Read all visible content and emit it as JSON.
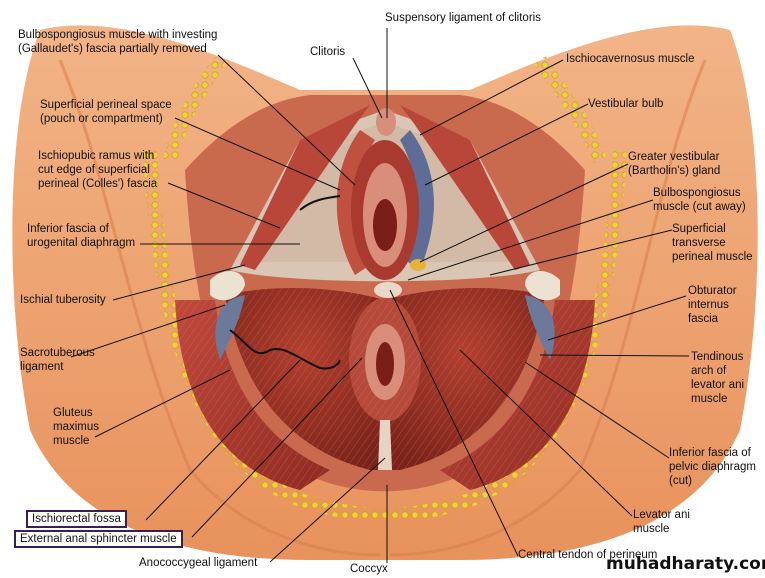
{
  "labels": {
    "suspensory_ligament": "Suspensory ligament of clitoris",
    "bulbospongiosus_investing": "Bulbospongiosus muscle with investing\n(Gallaudet's) fascia partially removed",
    "clitoris": "Clitoris",
    "ischiocavernosus": "Ischiocavernosus muscle",
    "superficial_perineal_space": "Superficial perineal space\n(pouch or compartment)",
    "vestibular_bulb": "Vestibular bulb",
    "ischiopubic_ramus": "Ischiopubic ramus with\ncut edge of superficial\nperineal (Colles') fascia",
    "greater_vestibular_gland": "Greater vestibular\n(Bartholin's) gland",
    "bulbospongiosus_cut": "Bulbospongiosus\nmuscle (cut away)",
    "inferior_fascia_urogenital": "Inferior fascia of\nurogenital diaphragm",
    "superficial_transverse": "Superficial\ntransverse\nperineal muscle",
    "ischial_tuberosity": "Ischial tuberosity",
    "obturator_internus": "Obturator\ninternus\nfascia",
    "sacrotuberous": "Sacrotuberous\nligament",
    "tendinous_arch": "Tendinous\narch of\nlevator ani\nmuscle",
    "gluteus_maximus": "Gluteus\nmaximus\nmuscle",
    "inferior_fascia_pelvic": "Inferior fascia of\npelvic diaphragm\n(cut)",
    "ischiorectal_fossa": "Ischiorectal fossa",
    "external_anal_sphincter": "External anal sphincter muscle",
    "levator_ani": "Levator ani\nmuscle",
    "anococcygeal": "Anococcygeal ligament",
    "coccyx": "Coccyx",
    "central_tendon": "Central tendon of perineum"
  },
  "watermark": "muhadharaty.com"
}
